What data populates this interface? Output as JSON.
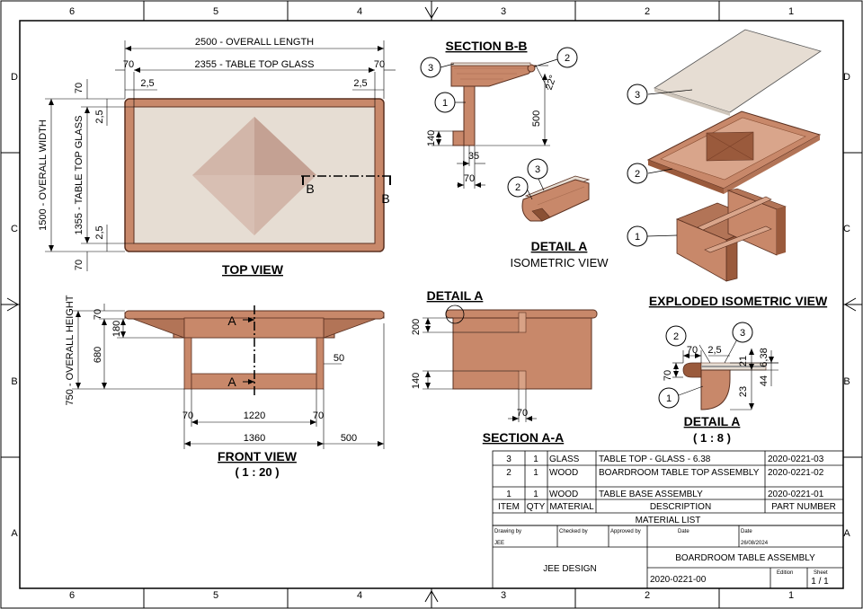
{
  "frame": {
    "col_labels": [
      "6",
      "5",
      "4",
      "3",
      "2",
      "1"
    ],
    "row_labels": [
      "D",
      "C",
      "B",
      "A"
    ]
  },
  "top_view": {
    "title": "TOP VIEW",
    "overall_length": "2500 - OVERALL LENGTH",
    "glass_length": "2355 - TABLE TOP GLASS",
    "overall_width": "1500 - OVERALL WIDTH",
    "glass_width": "1355 - TABLE TOP GLASS",
    "edge": "70",
    "gap": "2,5",
    "section_mark": "B"
  },
  "front_view": {
    "title": "FRONT VIEW",
    "scale": "( 1 : 20 )",
    "overall_height": "750 - OVERALL HEIGHT",
    "d70": "70",
    "d180": "180",
    "d680": "680",
    "d50": "50",
    "d1220": "1220",
    "d1360": "1360",
    "d500": "500",
    "section_mark": "A"
  },
  "section_bb": {
    "title": "SECTION B-B",
    "angle": "22°",
    "d500": "500",
    "d140": "140",
    "d35": "35",
    "d70": "70",
    "balloons": [
      "1",
      "2",
      "3"
    ]
  },
  "detail_a_iso": {
    "title": "DETAIL A",
    "subtitle": "ISOMETRIC VIEW",
    "balloons": [
      "2",
      "3"
    ]
  },
  "section_aa": {
    "title": "SECTION A-A",
    "detail_label": "DETAIL A",
    "d200": "200",
    "d140": "140",
    "d70": "70"
  },
  "exploded": {
    "title": "EXPLODED ISOMETRIC VIEW",
    "balloons": [
      "3",
      "2",
      "1"
    ]
  },
  "detail_a_scale": {
    "title": "DETAIL A",
    "scale": "( 1 : 8 )",
    "d70a": "70",
    "d25": "2,5",
    "d638": "6,38",
    "d21": "21",
    "d44": "44",
    "d23": "23",
    "d70b": "70",
    "balloons": [
      "2",
      "3",
      "1"
    ]
  },
  "material_list": {
    "title": "MATERIAL LIST",
    "headers": [
      "ITEM",
      "QTY",
      "MATERIAL",
      "DESCRIPTION",
      "PART NUMBER"
    ],
    "rows": [
      [
        "3",
        "1",
        "GLASS",
        "TABLE TOP - GLASS - 6.38",
        "2020-0221-03"
      ],
      [
        "2",
        "1",
        "WOOD",
        "BOARDROOM TABLE TOP ASSEMBLY",
        "2020-0221-02"
      ],
      [
        "1",
        "1",
        "WOOD",
        "TABLE BASE ASSEMBLY",
        "2020-0221-01"
      ]
    ]
  },
  "title_block": {
    "drawing_by_label": "Drawing by",
    "drawing_by": "JEE",
    "checked_by_label": "Checked by",
    "approved_by_label": "Approved by",
    "date_label": "Date",
    "date2_label": "Date",
    "date": "26/08/2024",
    "company": "JEE DESIGN",
    "title": "BOARDROOM TABLE ASSEMBLY",
    "drawing_number": "2020-0221-00",
    "edition_label": "Edition",
    "sheet_label": "Sheet",
    "sheet": "1 / 1"
  },
  "colors": {
    "wood": "#c8886a",
    "wood_dark": "#9a5a3c",
    "glass": "#e6ddd3",
    "diamond": "#cfb1a4",
    "balloon_fill": "#ffffff"
  }
}
